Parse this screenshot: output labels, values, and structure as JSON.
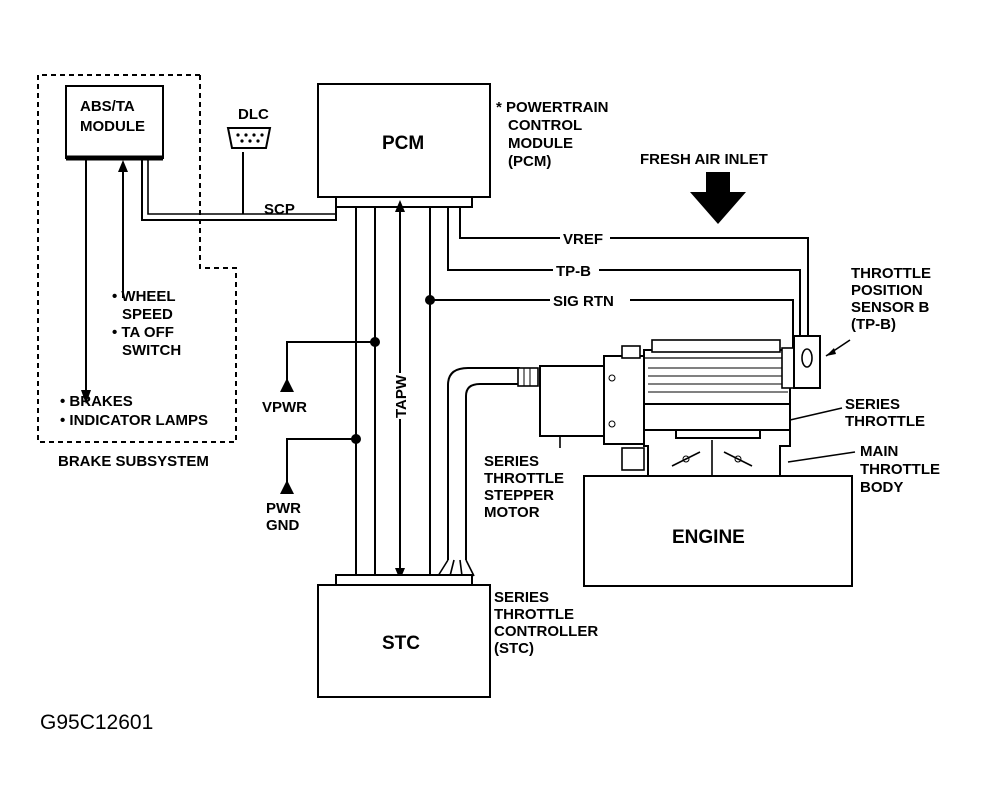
{
  "labels": {
    "abs_ta_module": [
      "ABS/TA",
      "MODULE"
    ],
    "dlc": "DLC",
    "pcm": "PCM",
    "powertrain_note": [
      "* POWERTRAIN",
      "CONTROL",
      "MODULE",
      "(PCM)"
    ],
    "fresh_air_inlet": "FRESH AIR INLET",
    "scp": "SCP",
    "vref": "VREF",
    "tp_b": "TP-B",
    "sig_rtn": "SIG RTN",
    "tps_b": [
      "THROTTLE",
      "POSITION",
      "SENSOR B",
      "(TP-B)"
    ],
    "wheel_speed": [
      "• WHEEL",
      "SPEED",
      "• TA OFF",
      "SWITCH"
    ],
    "brakes": [
      "• BRAKES",
      "• INDICATOR LAMPS"
    ],
    "brake_subsystem": "BRAKE SUBSYSTEM",
    "vpwr": "VPWR",
    "tapw": "TAPW",
    "pwr_gnd": [
      "PWR",
      "GND"
    ],
    "series_throttle": [
      "SERIES",
      "THROTTLE"
    ],
    "main_throttle_body": [
      "MAIN",
      "THROTTLE",
      "BODY"
    ],
    "stepper_motor": [
      "SERIES",
      "THROTTLE",
      "STEPPER",
      "MOTOR"
    ],
    "engine": "ENGINE",
    "stc": "STC",
    "stc_note": [
      "SERIES",
      "THROTTLE",
      "CONTROLLER",
      "(STC)"
    ],
    "figure_code": "G95C12601"
  }
}
